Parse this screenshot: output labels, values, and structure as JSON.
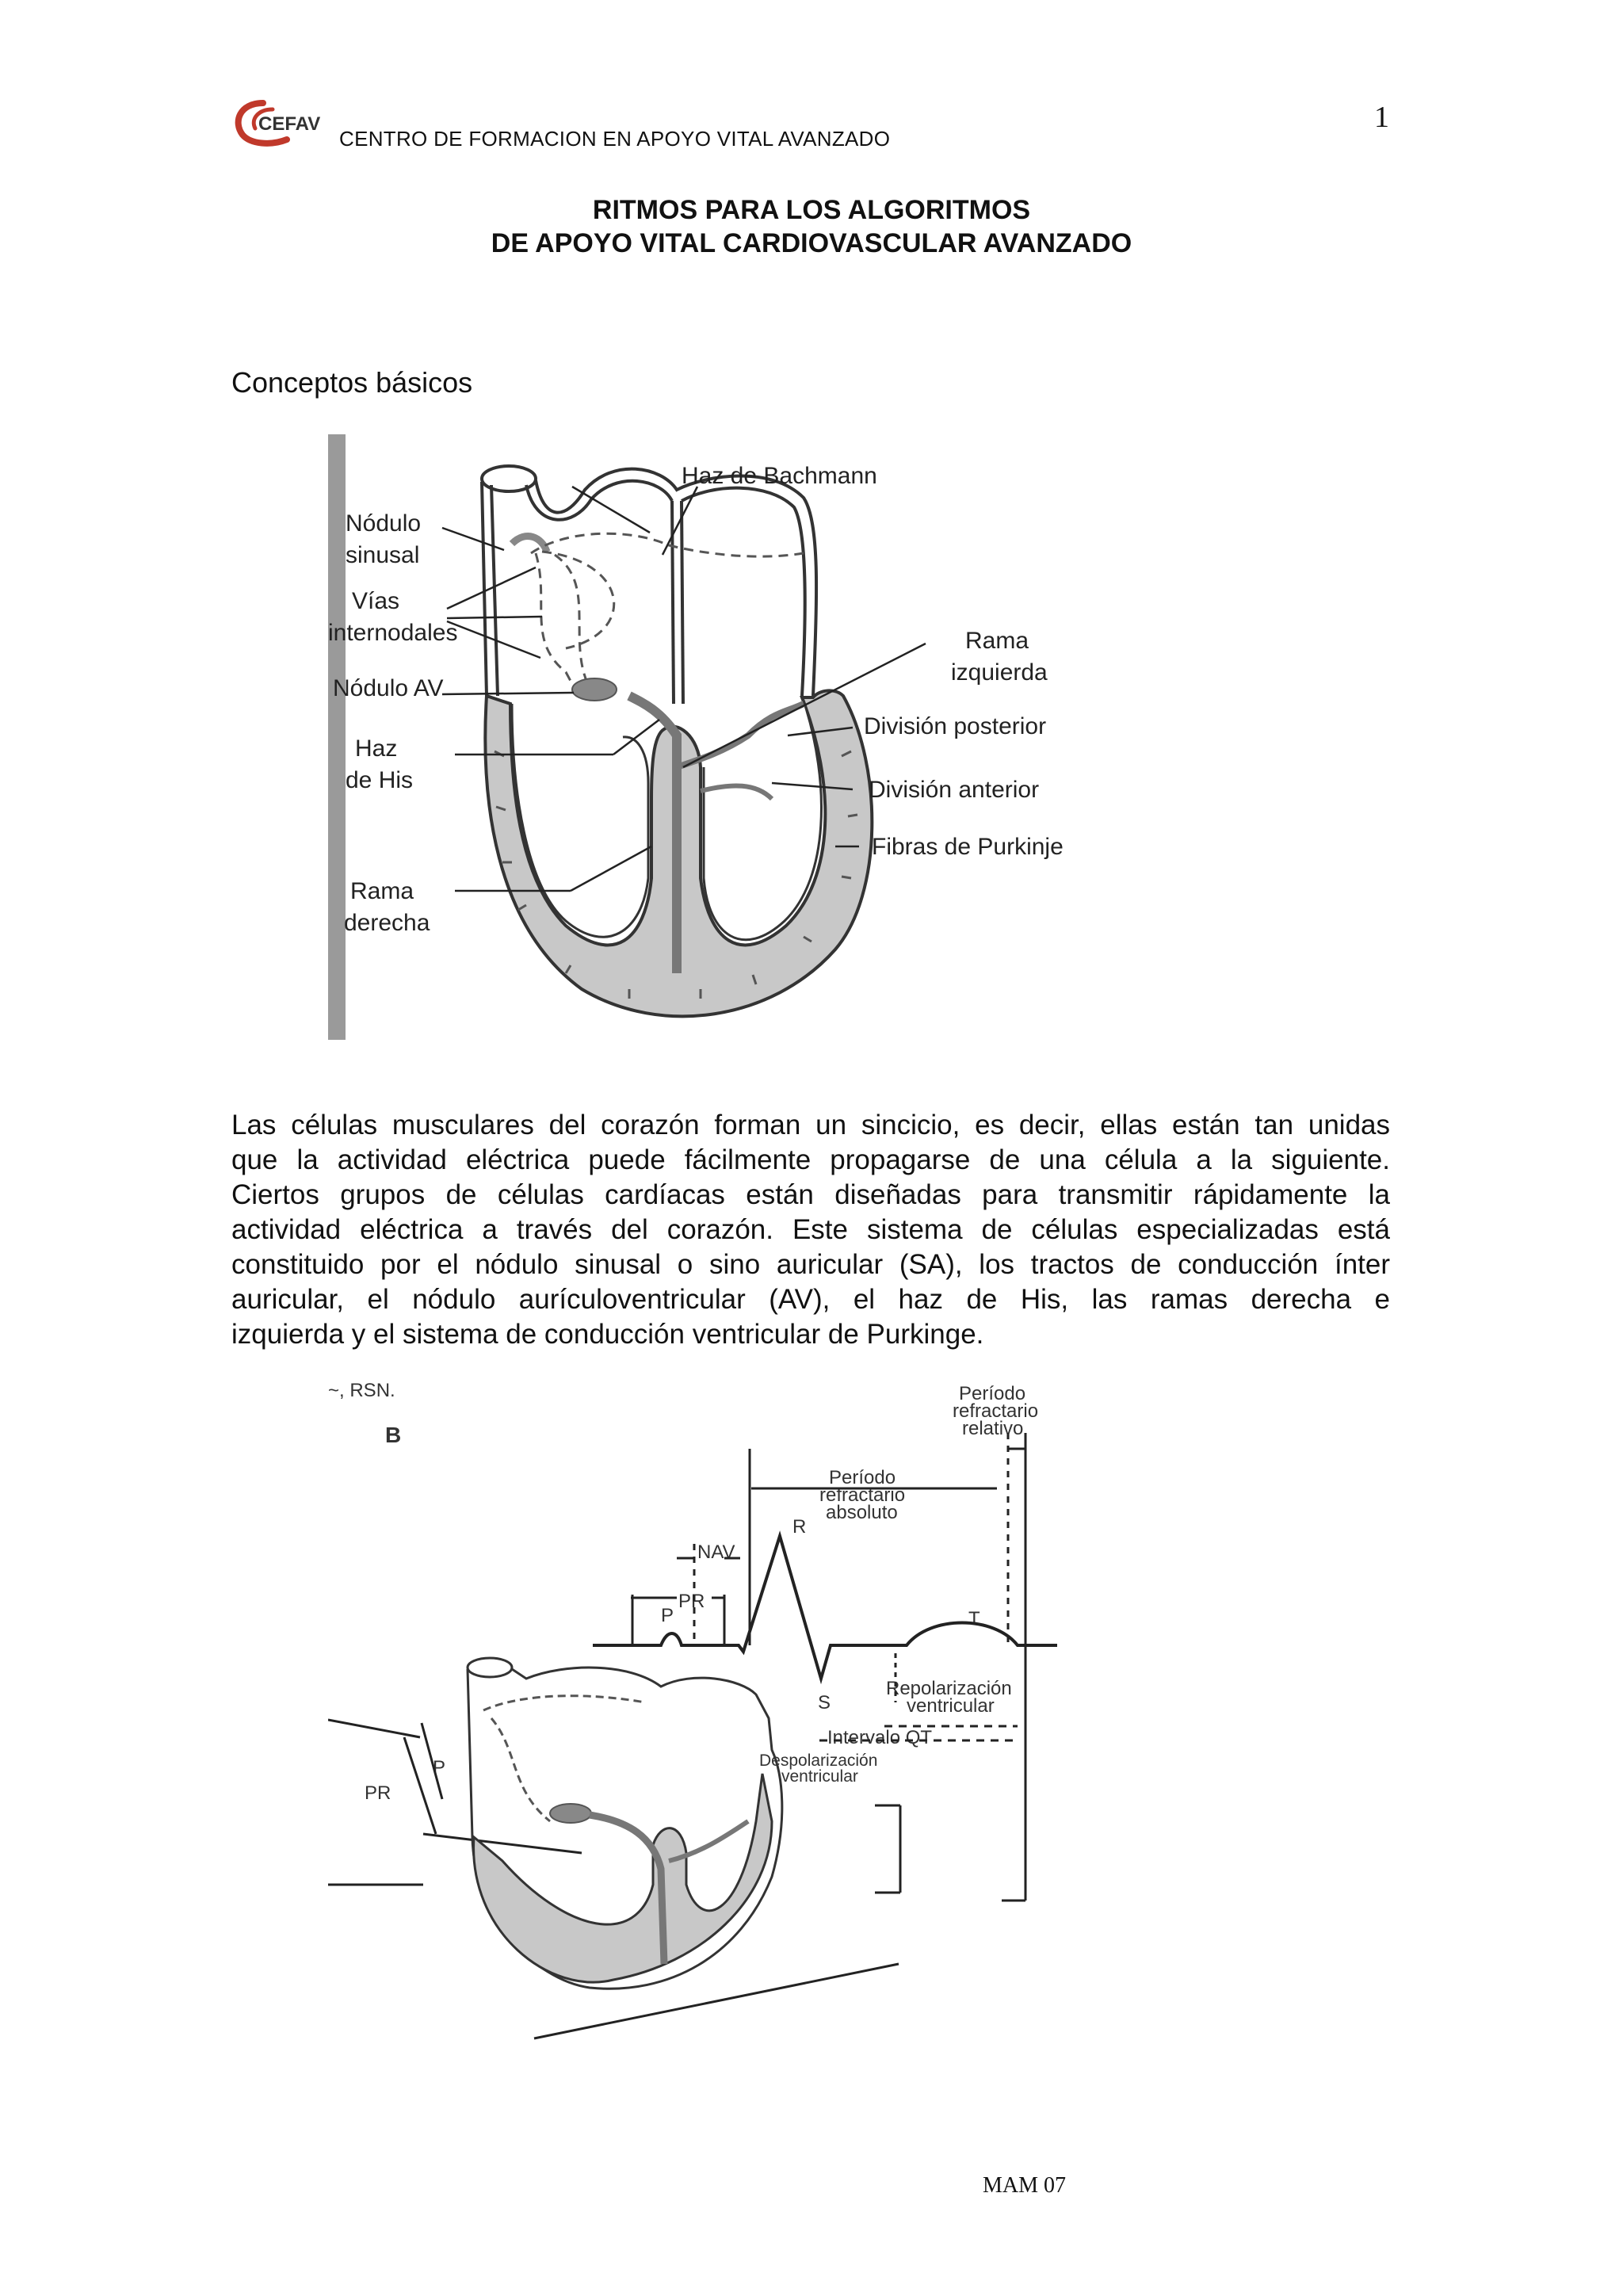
{
  "header": {
    "logo_text": "CEFAV",
    "org_name": "CENTRO DE FORMACION EN APOYO VITAL AVANZADO",
    "page_number": "1"
  },
  "title": {
    "line1": "RITMOS PARA LOS ALGORITMOS",
    "line2": "DE APOYO VITAL CARDIOVASCULAR AVANZADO"
  },
  "section_heading": "Conceptos básicos",
  "figure1": {
    "labels": {
      "bachmann": "Haz de Bachmann",
      "sinusal_1": "Nódulo",
      "sinusal_2": "sinusal",
      "vias_1": "Vías",
      "vias_2": "internodales",
      "nodulo_av": "Nódulo AV",
      "his_1": "Haz",
      "his_2": "de His",
      "rama_der_1": "Rama",
      "rama_der_2": "derecha",
      "rama_izq_1": "Rama",
      "rama_izq_2": "izquierda",
      "div_post": "División posterior",
      "div_ant": "División anterior",
      "purkinje": "Fibras de Purkinje"
    }
  },
  "paragraph_lines": [
    "Las células musculares del corazón forman un sincicio, es decir, ellas están tan unidas",
    "que la actividad eléctrica puede fácilmente propagarse de una célula a la siguiente.",
    "Ciertos grupos de células cardíacas están diseñadas para transmitir rápidamente la",
    "actividad eléctrica a través del corazón. Este sistema de células especializadas está",
    "constituido por el nódulo sinusal o sino auricular (SA), los tractos de conducción ínter",
    "auricular, el nódulo aurículoventricular (AV), el haz de His, las ramas derecha e",
    "izquierda y el sistema de conducción ventricular de Purkinge."
  ],
  "figure2": {
    "labels": {
      "cut_top": "~, RSN.",
      "panel": "B",
      "rel_1": "Período",
      "rel_2": "refractario",
      "rel_3": "relativo",
      "abs_1": "Período",
      "abs_2": "refractario",
      "abs_3": "absoluto",
      "nav": "NAV",
      "pr": "PR",
      "p": "P",
      "r": "R",
      "s": "S",
      "t": "T",
      "repol_1": "Repolarización",
      "repol_2": "ventricular",
      "qt": "Intervalo QT",
      "depol_1": "Despolarización",
      "depol_2": "ventricular",
      "left_pr": "PR",
      "left_p": "P"
    }
  },
  "footer": "MAM 07"
}
